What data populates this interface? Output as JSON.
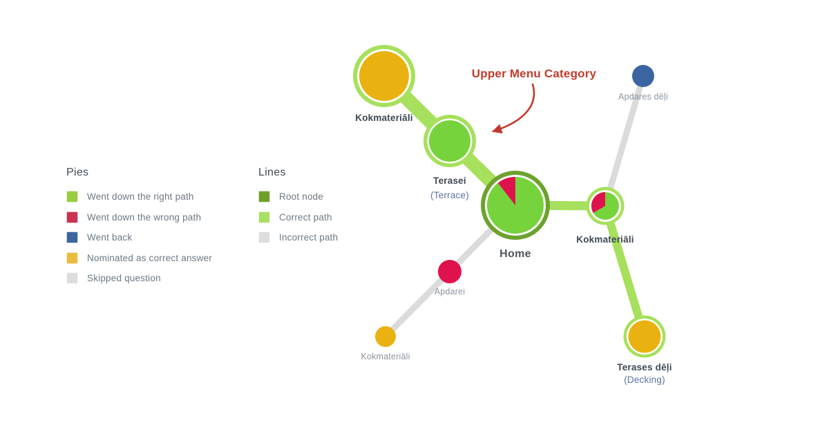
{
  "legend_pies": {
    "title": "Pies",
    "items": [
      {
        "label": "Went down the right path",
        "color": "#9ACB41"
      },
      {
        "label": "Went down the wrong path",
        "color": "#C93450"
      },
      {
        "label": "Went back",
        "color": "#3C66A0"
      },
      {
        "label": "Nominated as correct answer",
        "color": "#E8BC41"
      },
      {
        "label": "Skipped question",
        "color": "#DCDDDE"
      }
    ]
  },
  "legend_lines": {
    "title": "Lines",
    "items": [
      {
        "label": "Root node",
        "color": "#6FA02C"
      },
      {
        "label": "Correct path",
        "color": "#A9DF66"
      },
      {
        "label": "Incorrect path",
        "color": "#DCDDDE"
      }
    ]
  },
  "diagram": {
    "green": "#77D33C",
    "red": "#E0124D",
    "blue": "#3B64A0",
    "yellow": "#EAB211",
    "ring_light": "#A6E05C",
    "ring_root": "#6CA22D",
    "line_correct": "#A6E05C",
    "line_incorrect": "#DBDBDB",
    "annotation_red": "#C23B2B"
  },
  "nodes": {
    "kokmateriali_tl": {
      "label": "Kokmateriāli"
    },
    "terasei": {
      "label": "Terasei",
      "sublabel": "(Terrace)"
    },
    "home": {
      "label": "Home"
    },
    "kokmateriali_right": {
      "label": "Kokmateriāli"
    },
    "apdares_deli": {
      "label": "Apdares dēļi"
    },
    "apdarei": {
      "label": "Apdarei"
    },
    "kokmateriali_bl": {
      "label": "Kokmateriāli"
    },
    "terases_deli": {
      "label": "Terases dēļi",
      "sublabel": "(Decking)"
    }
  },
  "edges": [
    {
      "from": "kokmateriali_tl",
      "to": "terasei",
      "type": "correct"
    },
    {
      "from": "terasei",
      "to": "home",
      "type": "correct"
    },
    {
      "from": "home",
      "to": "kokmateriali_right",
      "type": "correct"
    },
    {
      "from": "kokmateriali_right",
      "to": "apdares_deli",
      "type": "incorrect"
    },
    {
      "from": "kokmateriali_right",
      "to": "terases_deli",
      "type": "correct"
    },
    {
      "from": "home",
      "to": "kokmateriali_bl",
      "type": "incorrect"
    }
  ],
  "annotation": {
    "label": "Upper Menu Category"
  }
}
